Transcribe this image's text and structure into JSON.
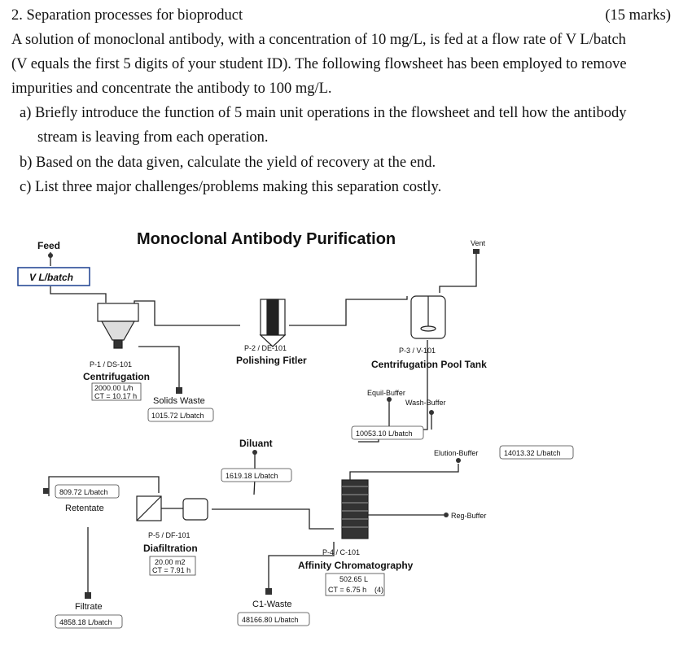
{
  "question": {
    "heading": "2. Separation processes for bioproduct",
    "marks": "(15 marks)",
    "intro_lines": [
      "A solution of monoclonal antibody, with a concentration of 10 mg/L, is fed at a flow rate of V L/batch",
      "(V equals the first 5 digits of your student ID). The following flowsheet has been employed to remove",
      "impurities and concentrate the antibody to 100 mg/L."
    ],
    "part_a_lines": [
      "a) Briefly introduce the function of 5 main unit operations in the flowsheet and tell how the antibody",
      "stream is leaving from each operation."
    ],
    "part_b": "b) Based on the data given, calculate the yield of recovery at the end.",
    "part_c": "c) List three major challenges/problems making this separation costly."
  },
  "flowsheet": {
    "title": "Monoclonal Antibody Purification",
    "feed": {
      "label": "Feed",
      "flow": "V  L/batch"
    },
    "vent": "Vent",
    "centrifugation": {
      "id": "P-1 / DS-101",
      "name": "Centrifugation",
      "spec1": "2000.00 L/h",
      "spec2": "CT = 10.17 h"
    },
    "solids_waste": {
      "label": "Solids Waste",
      "flow": "1015.72 L/batch"
    },
    "polishing": {
      "id": "P-2 / DE-101",
      "name": "Polishing Fitler"
    },
    "pool_tank": {
      "id": "P-3 / V-101",
      "name": "Centrifugation Pool Tank"
    },
    "equil_buffer": "Equil-Buffer",
    "wash_buffer": "Wash-Buffer",
    "pool_out_flow": "10053.10 L/batch",
    "elution_buffer": {
      "label": "Elution-Buffer",
      "flow": "14013.32 L/batch"
    },
    "diluant": {
      "label": "Diluant",
      "flow": "1619.18 L/batch"
    },
    "retentate": {
      "label": "Retentate",
      "flow": "809.72 L/batch"
    },
    "reg_buffer": "Reg-Buffer",
    "diafiltration": {
      "id": "P-5 / DF-101",
      "name": "Diafiltration",
      "spec1": "20.00 m2",
      "spec2": "CT = 7.91 h"
    },
    "chromatography": {
      "id": "P-4 / C-101",
      "name": "Affinity Chromatography",
      "spec1": "502.65 L",
      "spec2": "CT = 6.75 h",
      "spec3": "(4)"
    },
    "filtrate": {
      "label": "Filtrate",
      "flow": "4858.18 L/batch"
    },
    "c1_waste": {
      "label": "C1-Waste",
      "flow": "48166.80 L/batch"
    }
  }
}
